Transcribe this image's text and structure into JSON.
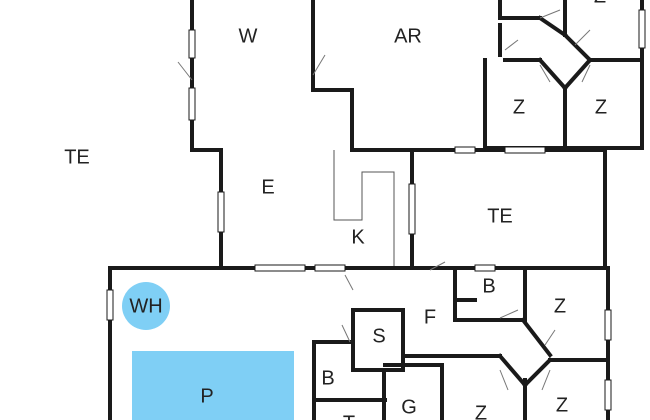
{
  "colors": {
    "wall": "#1a1a1a",
    "pool": "#7fcff5",
    "whirlpool": "#7fcff5",
    "background": "#ffffff"
  },
  "rooms": {
    "w": "W",
    "ar": "AR",
    "z_top": "Z",
    "te_left": "TE",
    "e": "E",
    "z_mid_left": "Z",
    "z_mid_right": "Z",
    "k": "K",
    "te_right": "TE",
    "wh": "WH",
    "b_upper": "B",
    "z_lower_right": "Z",
    "f": "F",
    "s": "S",
    "b_lower": "B",
    "p": "P",
    "g": "G",
    "z_bottom_left": "Z",
    "z_bottom_right": "Z",
    "t_partial": "T"
  }
}
